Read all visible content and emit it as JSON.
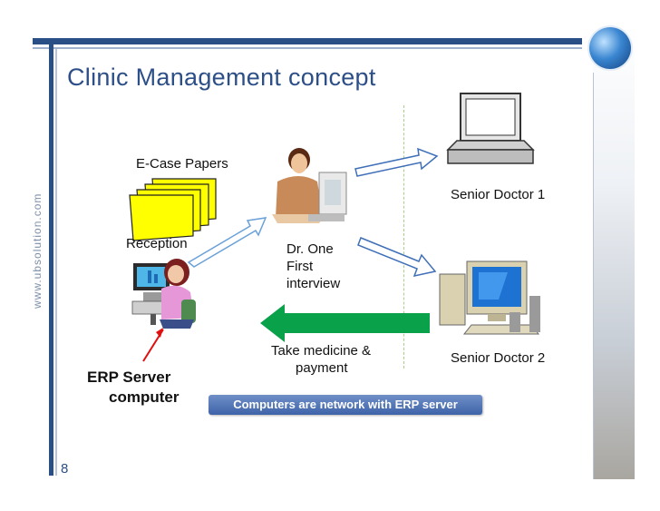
{
  "slide": {
    "title": "Clinic Management concept",
    "side_text": "www.ubsolution.com",
    "page_number": "8"
  },
  "diagram": {
    "ecase_label": "E-Case Papers",
    "reception_label": "Reception",
    "doctor_one_lines": [
      "Dr. One",
      "First",
      "interview"
    ],
    "senior_doctor_1": "Senior Doctor 1",
    "senior_doctor_2": "Senior Doctor 2",
    "medicine_lines": [
      "Take medicine &",
      "payment"
    ],
    "erp_lines": [
      "ERP Server",
      "computer"
    ],
    "network_note": "Computers are network with ERP server"
  },
  "colors": {
    "title": "#2d4f88",
    "green_arrow": "#0aa14b",
    "papers": "#ffff00",
    "note_bg": "#4a6db0"
  }
}
